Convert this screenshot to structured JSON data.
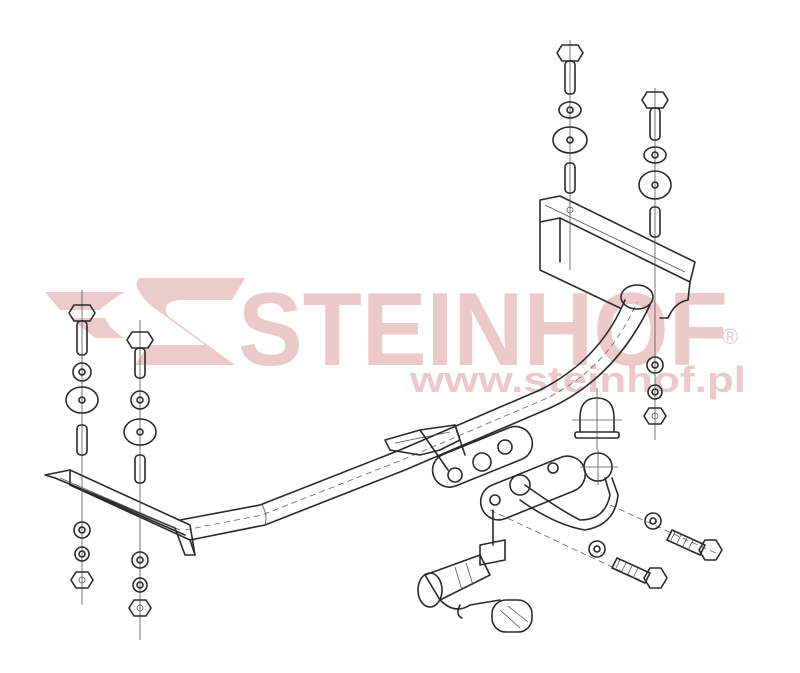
{
  "diagram": {
    "type": "exploded-view technical drawing",
    "subject": "tow hitch (towbar) assembly",
    "components": [
      {
        "id": "main-crossbar",
        "label": "curved main tube crossbar"
      },
      {
        "id": "left-bracket",
        "label": "left mounting bracket (angle profile)"
      },
      {
        "id": "right-bracket",
        "label": "right mounting bracket (box profile)"
      },
      {
        "id": "left-bolt-stack-1",
        "label": "bolt, washer, large washer, spacer, washer, spring washer, nut"
      },
      {
        "id": "left-bolt-stack-2",
        "label": "bolt, washer, large washer, spacer, washer, spring washer, nut"
      },
      {
        "id": "right-bolt-stack-1",
        "label": "bolt, washer, large washer, spacer"
      },
      {
        "id": "right-bolt-stack-2",
        "label": "bolt, washer, large washer, spacer, washer, spring washer, nut"
      },
      {
        "id": "tow-ball-neck",
        "label": "tow ball neck with mounting plates"
      },
      {
        "id": "tow-ball-cap",
        "label": "tow ball protective cap"
      },
      {
        "id": "tow-ball-bolts",
        "label": "two hex bolts with washers"
      },
      {
        "id": "electrical-socket",
        "label": "electrical socket and bracket"
      }
    ]
  },
  "watermark": {
    "brand": "STEINHOF",
    "registered_mark": "®",
    "url": "www.steinhof.pl",
    "color": "#e8bcbc"
  },
  "colors": {
    "background": "#ffffff",
    "line": "#2a2a2a"
  }
}
